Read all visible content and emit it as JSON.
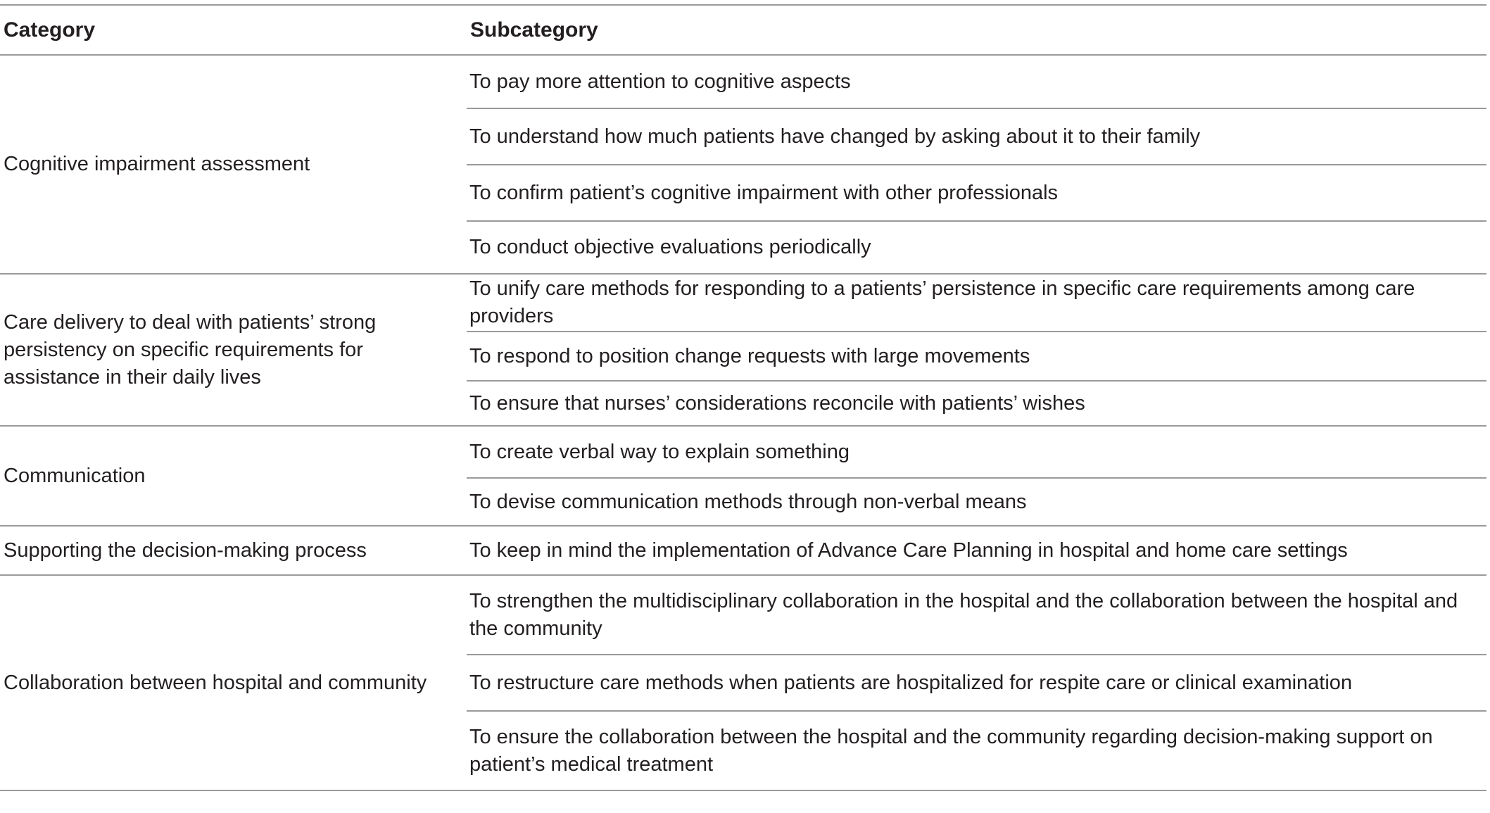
{
  "table": {
    "headers": {
      "category": "Category",
      "subcategory": "Subcategory"
    },
    "groups": [
      {
        "category": "Cognitive impairment assessment",
        "subcategories": [
          "To pay more attention to cognitive aspects",
          "To understand how much patients have changed by asking about it to their family",
          "To confirm patient’s cognitive impairment with other professionals",
          "To conduct objective evaluations periodically"
        ]
      },
      {
        "category": "Care delivery to deal with patients’ strong persistency on specific requirements for assistance in their daily lives",
        "subcategories": [
          "To unify care methods for responding to a patients’ persistence in specific care requirements among care providers",
          "To respond to position change requests with large movements",
          "To ensure that nurses’ considerations reconcile with patients’ wishes"
        ]
      },
      {
        "category": "Communication",
        "subcategories": [
          "To create verbal way to explain something",
          "To devise communication methods through non-verbal means"
        ]
      },
      {
        "category": "Supporting the decision-making process",
        "subcategories": [
          "To keep in mind the implementation of Advance Care Planning in hospital and home care settings"
        ]
      },
      {
        "category": "Collaboration between hospital and community",
        "subcategories": [
          "To strengthen the multidisciplinary collaboration in the hospital and the collaboration between the hospital and the community",
          "To restructure care methods when patients are hospitalized for respite care or clinical examination",
          "To ensure the collaboration between the hospital and the community regarding decision-making support on patient’s medical treatment"
        ]
      }
    ]
  }
}
